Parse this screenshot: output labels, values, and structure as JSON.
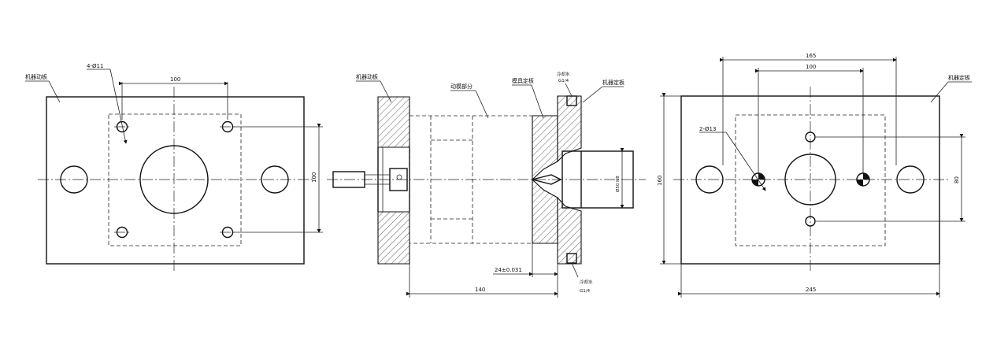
{
  "left_view": {
    "label_plate": "机器动板",
    "label_holes": "4-Ø11",
    "dim_width": "100",
    "dim_height": "100"
  },
  "section_view": {
    "label_moving_plate": "机器动板",
    "label_moving_part": "动模部分",
    "label_mold_fixed_plate": "模具定板",
    "label_cooling_top": "冷却水",
    "label_cooling_top_thread": "G1/4",
    "label_machine_fixed_plate": "机器定板",
    "dim_bore": "Ø50 H8",
    "dim_plate_thickness": "24±0.031",
    "dim_length": "140",
    "label_cooling_bottom": "冷却水",
    "label_cooling_bottom_thread": "G1/4"
  },
  "right_view": {
    "label_plate": "机器定板",
    "label_holes": "2-Ø13",
    "dim_outer_span": "165",
    "dim_inner_span": "100",
    "dim_height": "160",
    "dim_hole_pitch": "80",
    "dim_width": "245"
  }
}
